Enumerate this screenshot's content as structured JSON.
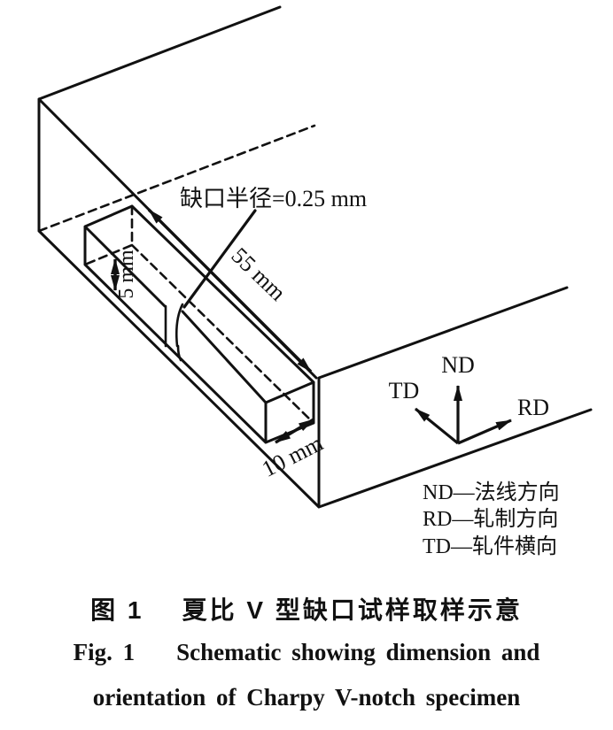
{
  "figure": {
    "labels": {
      "notch_radius": "缺口半径=0.25 mm",
      "dim_length": "55 mm",
      "dim_height": "5 mm",
      "dim_width": "10 mm"
    },
    "axes": {
      "nd": "ND",
      "td": "TD",
      "rd": "RD"
    },
    "legend": [
      "ND—法线方向",
      "RD—轧制方向",
      "TD—轧件横向"
    ],
    "caption_zh": "图 1    夏比 V 型缺口试样取样示意",
    "caption_en_line1": "Fig. 1    Schematic showing dimension and",
    "caption_en_line2": "orientation of Charpy V-notch specimen",
    "colors": {
      "line": "#111111",
      "background": "#ffffff"
    }
  }
}
